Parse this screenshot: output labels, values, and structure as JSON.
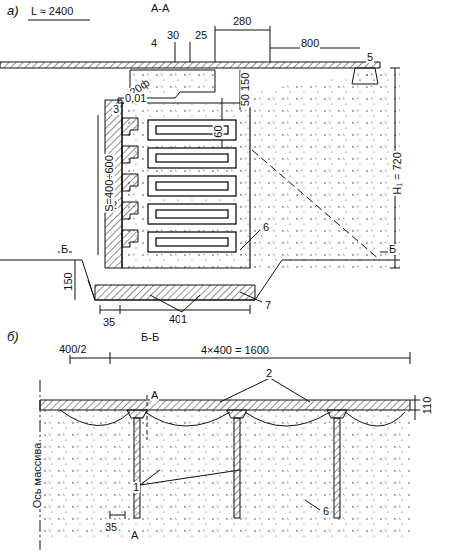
{
  "diagram": {
    "labels": [
      "а)",
      "L ≈ 2400",
      "А-А",
      "4",
      "30",
      "25",
      "280",
      "800",
      "5",
      "20ф",
      "3",
      "0,01",
      "2",
      "S=400÷600",
      "60",
      "50 150",
      "Н₁ = 720",
      "Б",
      "Б",
      "150",
      "35",
      "400",
      "6",
      "7",
      "1",
      "б)",
      "Б-Б",
      "400/2",
      "4×400 = 1600",
      "2",
      "110",
      "А",
      "1",
      "35",
      "А",
      "6",
      "Ось массива"
    ]
  }
}
